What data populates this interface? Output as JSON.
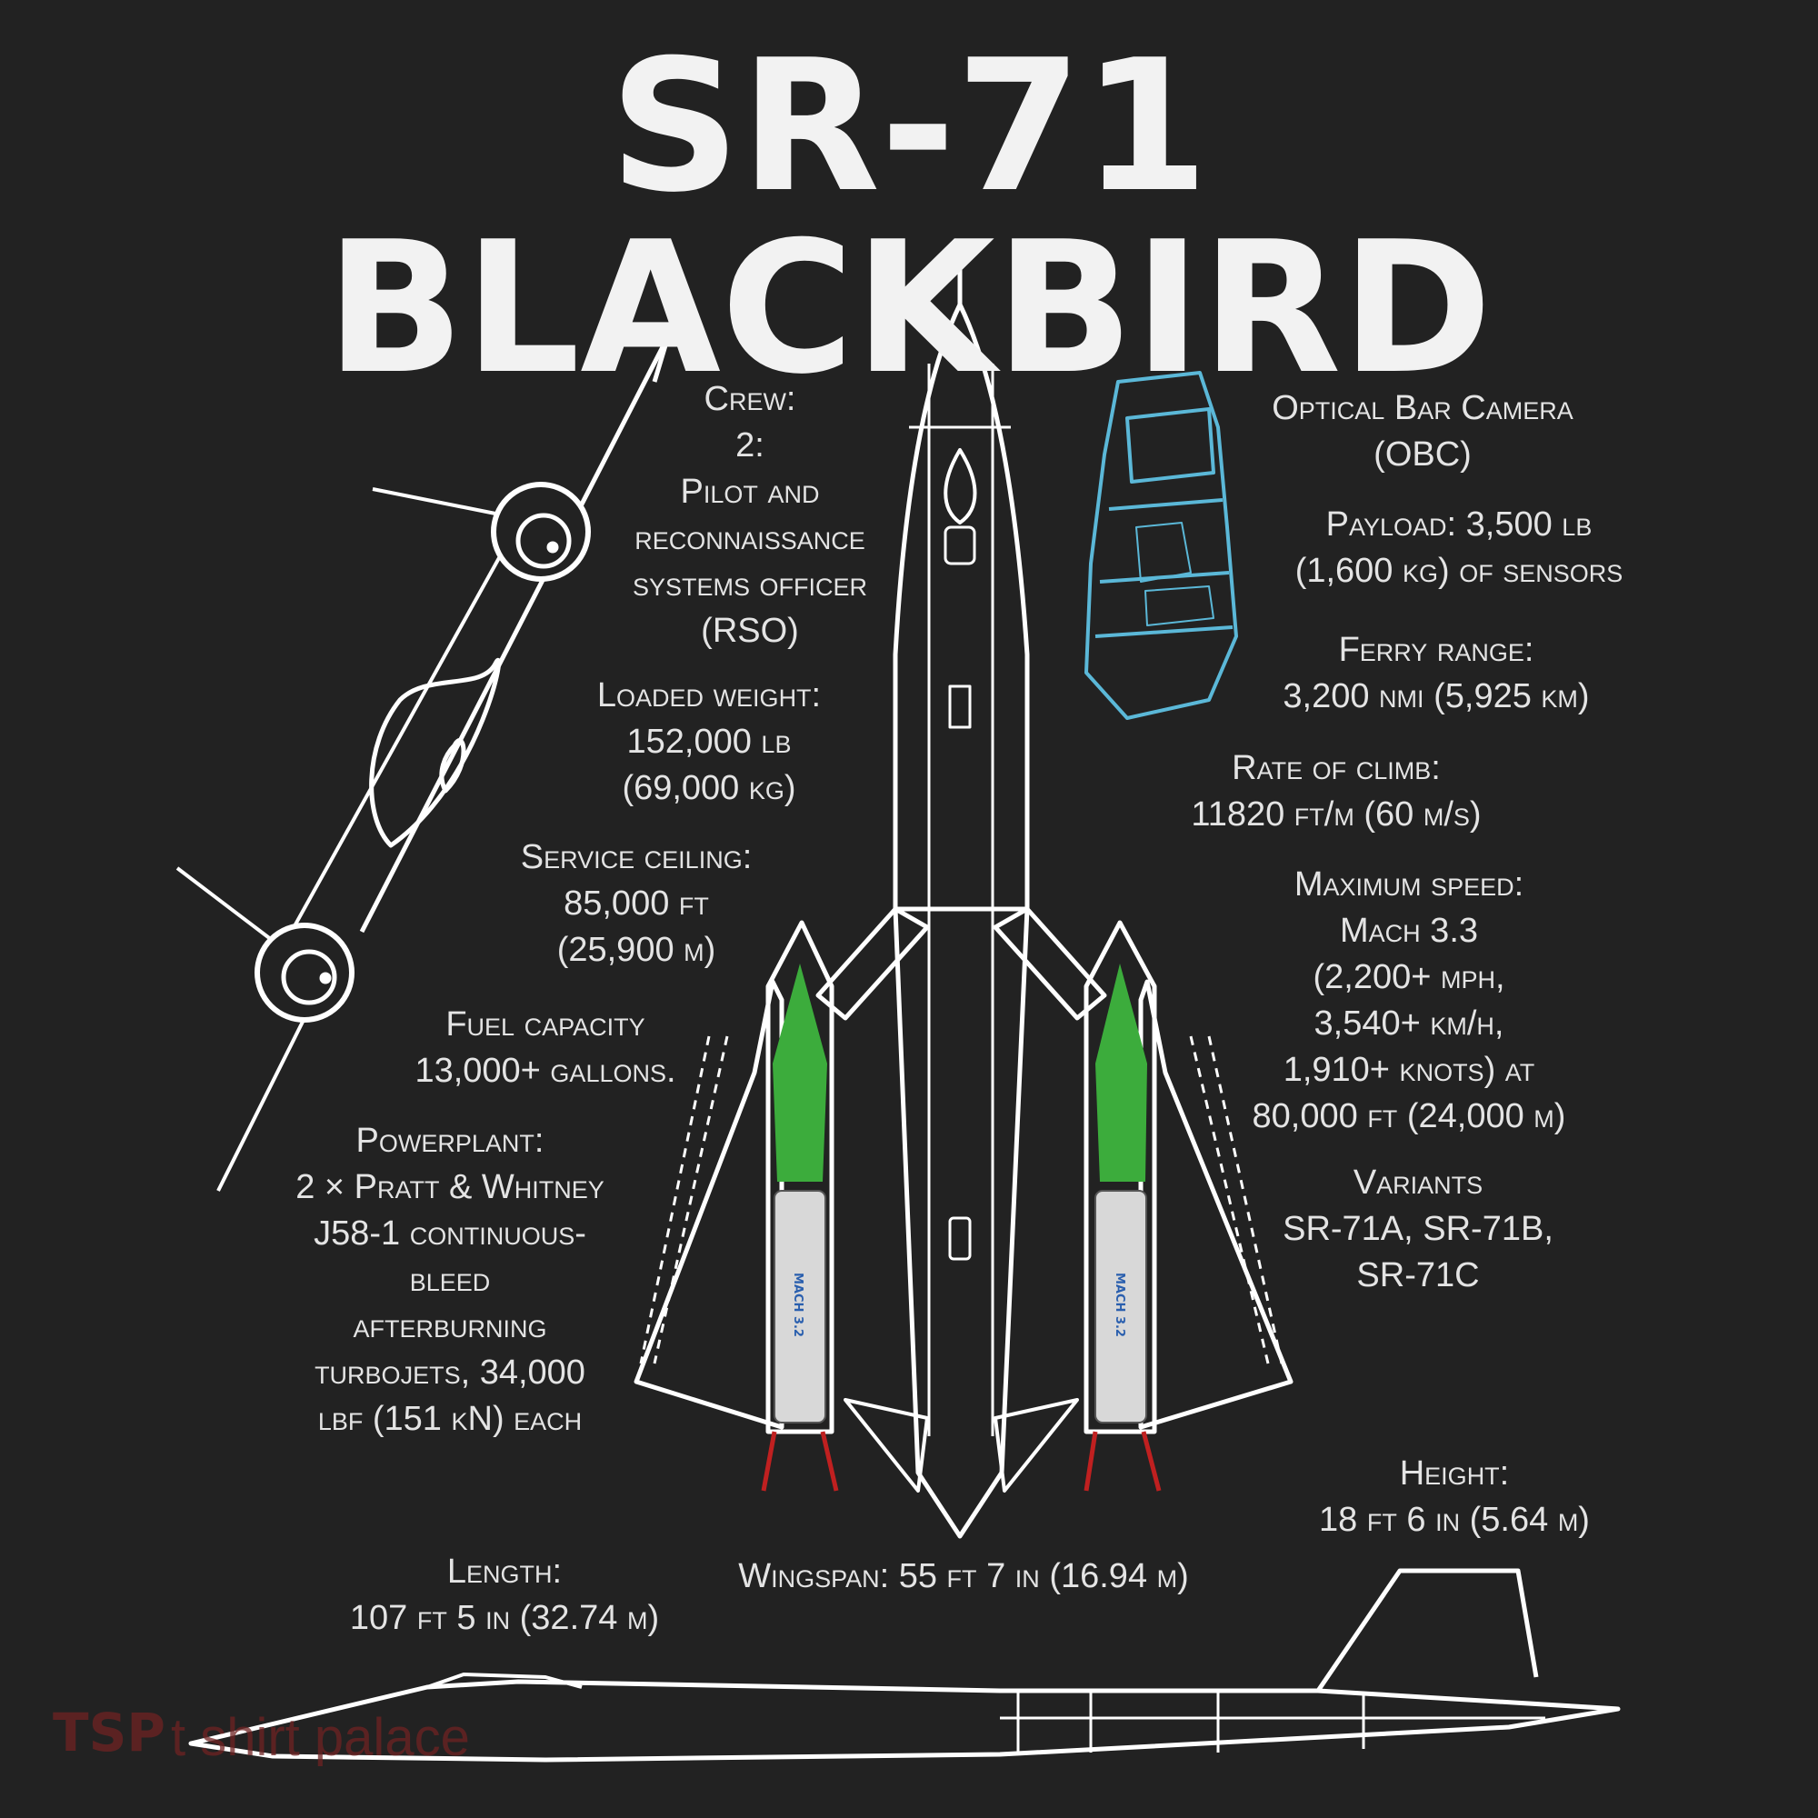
{
  "title": "SR-71  BLACKBIRD",
  "specs": {
    "crew": [
      "Crew:",
      "2:",
      "Pilot and",
      "reconnaissance",
      "systems officer",
      "(RSO)"
    ],
    "loaded_weight": [
      "Loaded weight:",
      "152,000 lb",
      "(69,000 kg)"
    ],
    "service_ceiling": [
      "Service ceiling:",
      "85,000 ft",
      "(25,900 m)"
    ],
    "fuel_capacity": [
      "Fuel capacity",
      "13,000+ gallons."
    ],
    "powerplant": [
      "Powerplant:",
      "2 × Pratt & Whitney",
      "J58-1 continuous-",
      "bleed",
      "afterburning",
      "turbojets, 34,000",
      "lbf (151 kN) each"
    ],
    "length": [
      "Length:",
      "107 ft 5 in (32.74 m)"
    ],
    "wingspan": [
      "Wingspan: 55 ft 7 in (16.94 m)"
    ],
    "height": [
      "Height:",
      "18 ft 6 in (5.64 m)"
    ],
    "obc": [
      "Optical Bar Camera",
      "(OBC)"
    ],
    "payload": [
      "Payload: 3,500 lb",
      "(1,600 kg) of sensors"
    ],
    "ferry_range": [
      "Ferry range:",
      "3,200 nmi (5,925 km)"
    ],
    "rate_of_climb": [
      "Rate of climb:",
      "11820 ft/m (60 m/s)"
    ],
    "max_speed": [
      "Maximum speed:",
      "Mach 3.3",
      "(2,200+ mph,",
      "3,540+ km/h,",
      "1,910+ knots) at",
      "80,000 ft (24,000 m)"
    ],
    "variants": [
      "Variants",
      "SR-71A, SR-71B,",
      "SR-71C"
    ]
  },
  "engine_label": "MACH 3.2",
  "watermark": {
    "logo": "TSP",
    "text": "t shirt palace"
  },
  "colors": {
    "background": "#222222",
    "line": "#ffffff",
    "camera": "#5bb8d8",
    "engine_cone": "#3cac3c",
    "engine_body": "#d8d8d8",
    "exhaust": "#c02020",
    "watermark": "#6e2222"
  }
}
